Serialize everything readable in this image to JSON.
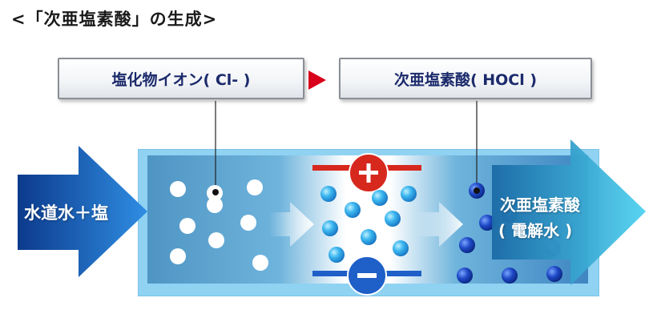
{
  "title": "<「次亜塩素酸」の生成>",
  "callouts": {
    "left": "塩化物イオン( Cl- )",
    "right": "次亜塩素酸( HOCl )"
  },
  "input_label": "水道水＋塩",
  "output_label_line1": "次亜塩素酸",
  "output_label_line2": "( 電解水 )",
  "electrodes": {
    "positive_symbol": "+",
    "negative_symbol": "−"
  },
  "colors": {
    "accent_red": "#d9001b",
    "electrode_red": "#d7281e",
    "electrode_blue": "#1e5fc8",
    "label_text": "#1b2a6b",
    "tank_light": "#8fd2f2"
  }
}
